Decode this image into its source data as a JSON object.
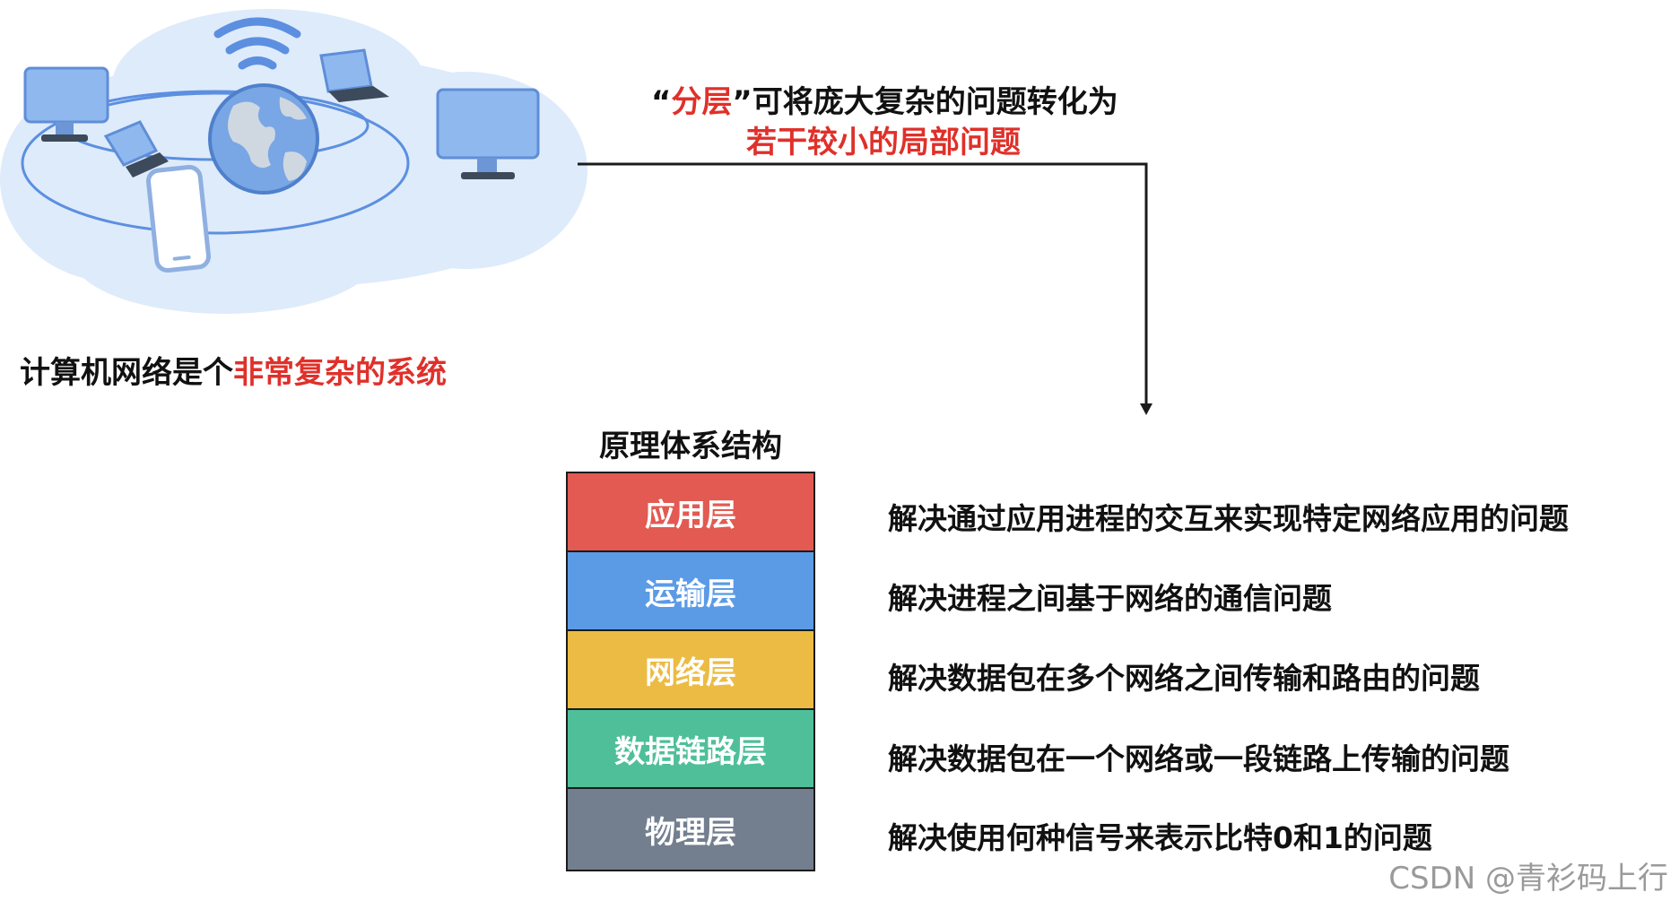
{
  "complex_caption": {
    "prefix": "计算机网络是个",
    "highlight": "非常复杂的系统"
  },
  "layering_caption": {
    "quote_open": "“",
    "keyword": "分层",
    "quote_close": "”",
    "line1_rest": "可将庞大复杂的问题转化为",
    "line2": "若干较小的局部问题"
  },
  "architecture": {
    "title": "原理体系结构",
    "layers": [
      {
        "name": "应用层",
        "color": "#e25a52",
        "description": "解决通过应用进程的交互来实现特定网络应用的问题"
      },
      {
        "name": "运输层",
        "color": "#5b9be6",
        "description": "解决进程之间基于网络的通信问题"
      },
      {
        "name": "网络层",
        "color": "#ecbb43",
        "description": "解决数据包在多个网络之间传输和路由的问题"
      },
      {
        "name": "数据链路层",
        "color": "#4fbf9a",
        "description": "解决数据包在一个网络或一段链路上传输的问题"
      },
      {
        "name": "物理层",
        "color": "#737f8f",
        "description": "解决使用何种信号来表示比特0和1的问题"
      }
    ]
  },
  "colors": {
    "highlight": "#e0302a",
    "cloud": "#deebfb",
    "device": "#8fb8ef",
    "ring": "#5c8fe0"
  },
  "icons": [
    "globe-icon",
    "wifi-icon",
    "desktop-icon",
    "laptop-icon",
    "smartphone-icon"
  ],
  "watermark": "CSDN @青衫码上行"
}
